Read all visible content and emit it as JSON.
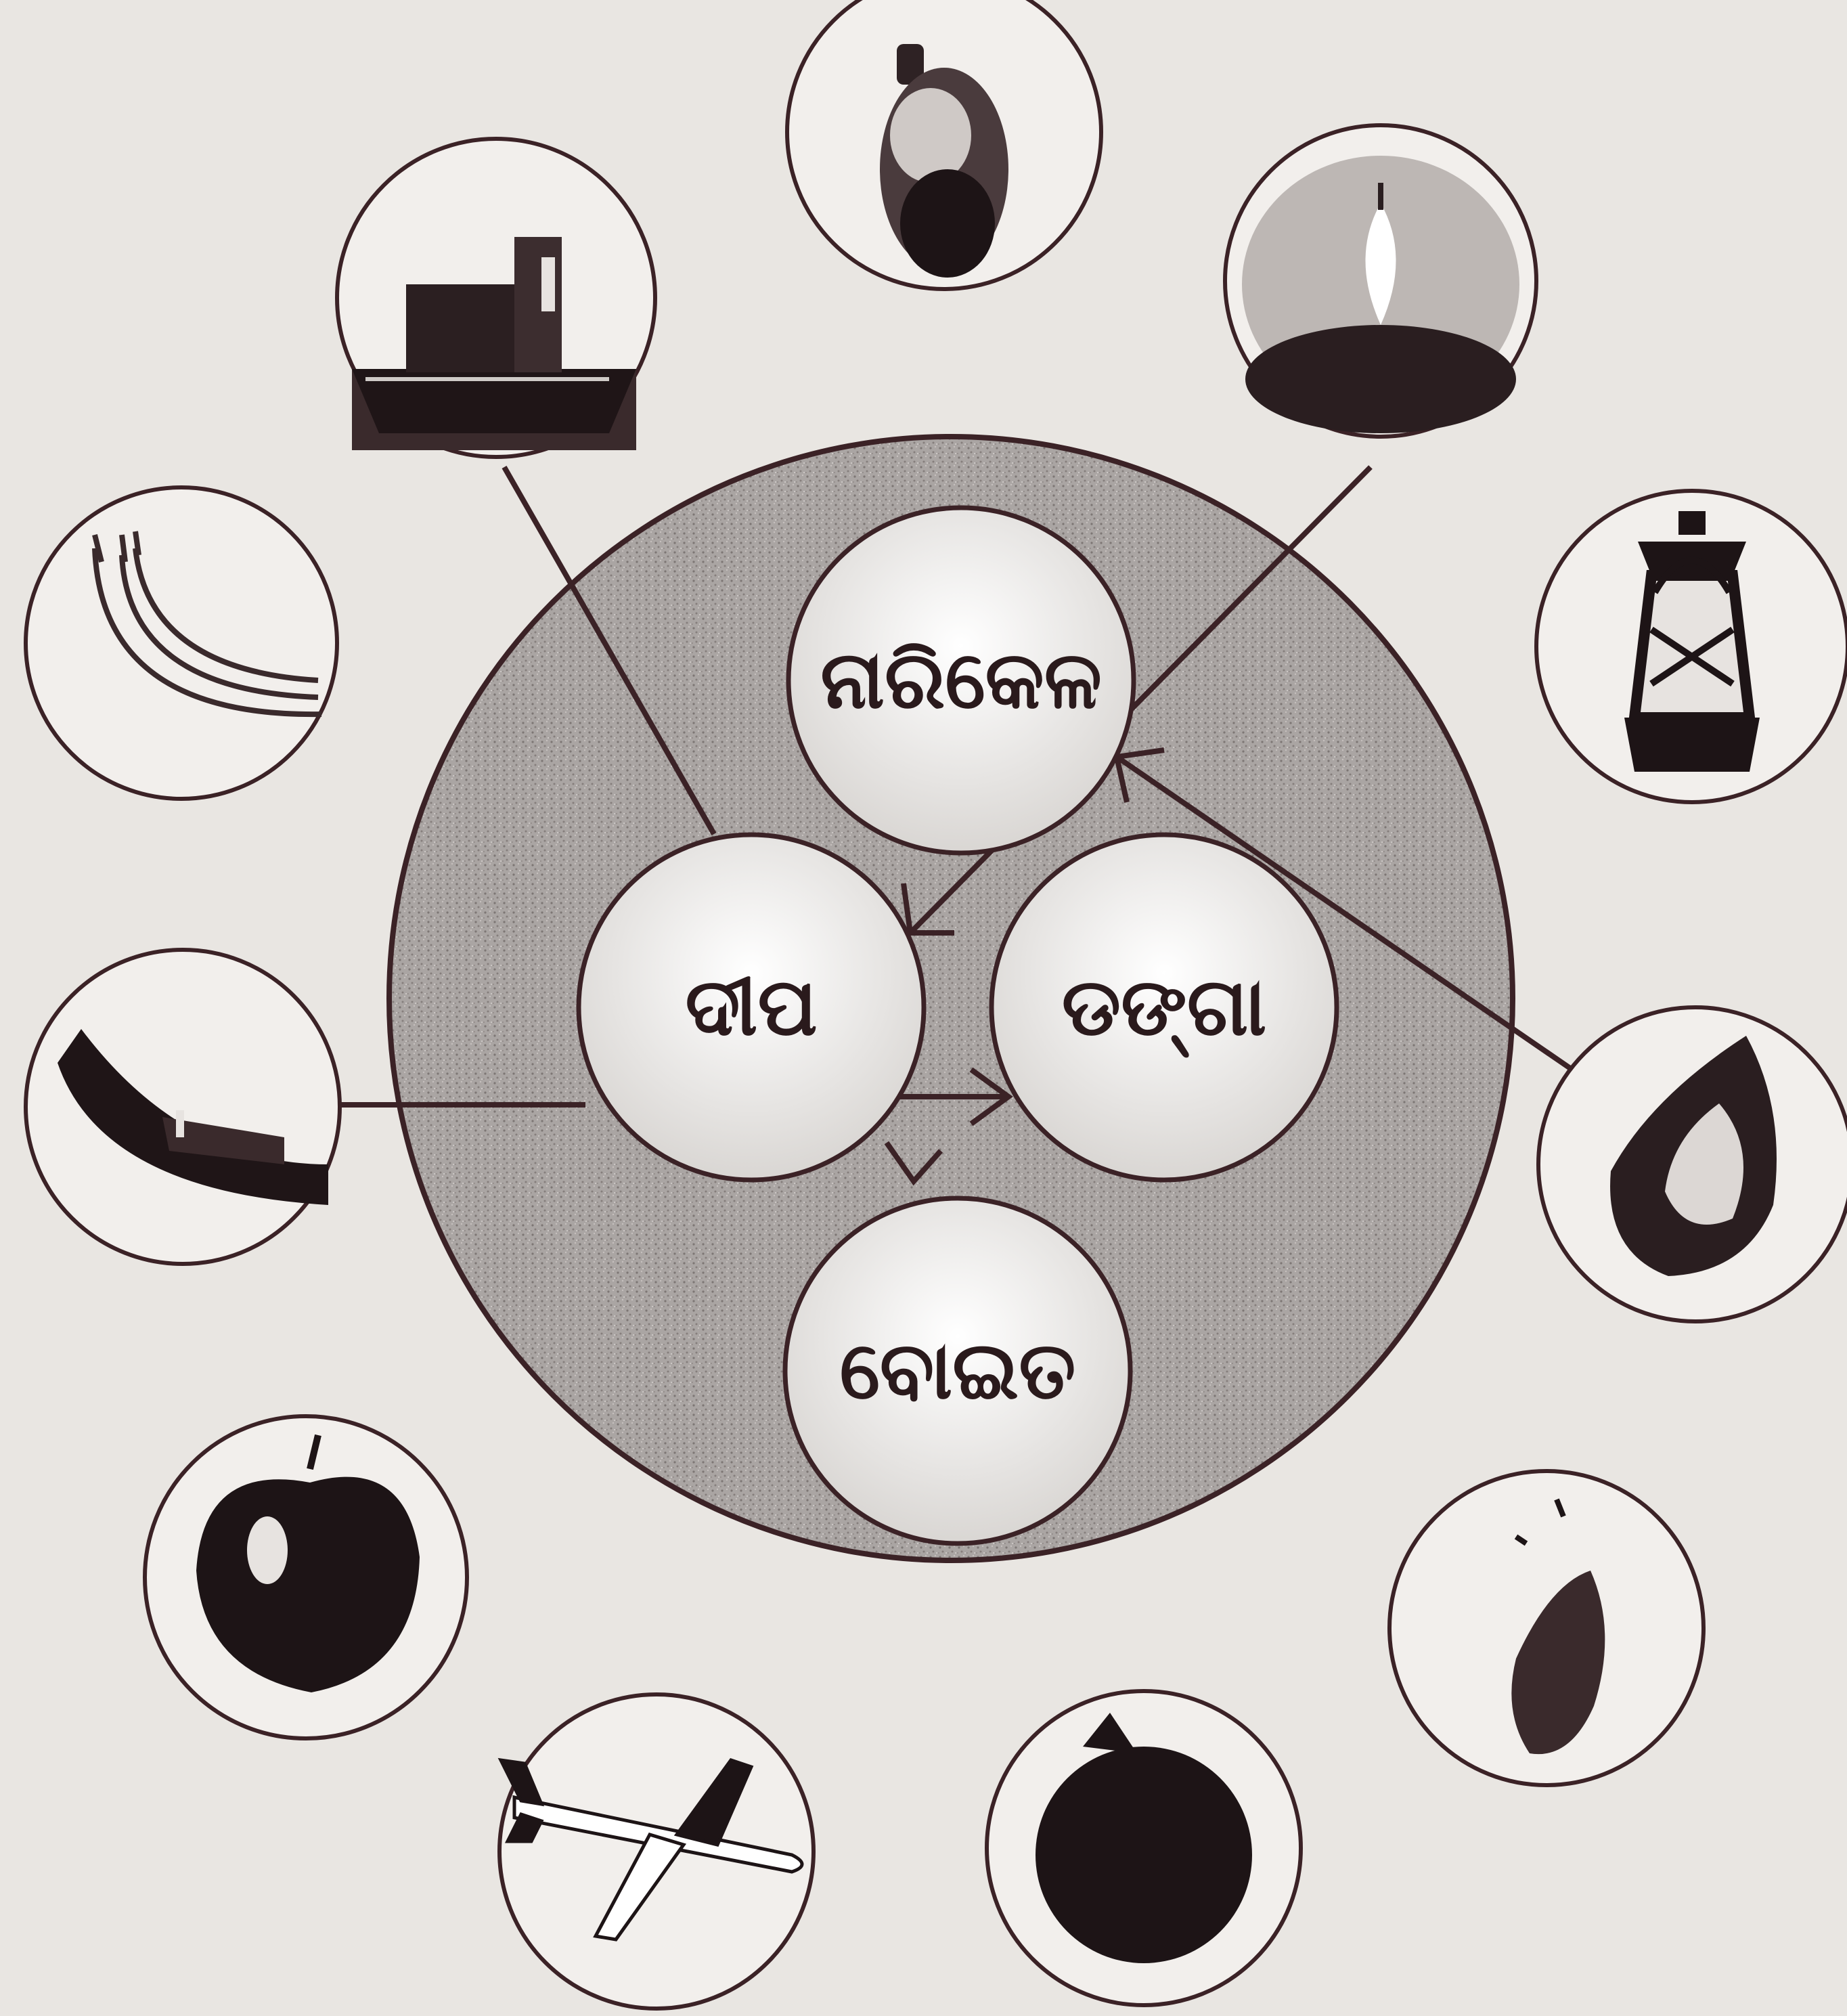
{
  "colors": {
    "paper": "#e9e6e2",
    "ink": "#3b2226",
    "dark": "#1d1416",
    "center_fill": "#ffffff",
    "ring_fill": "#a9a4a2"
  },
  "center_words": [
    {
      "id": "narikela",
      "text": "ନାରିକେଳ"
    },
    {
      "id": "dipa",
      "text": "ଦୀପ"
    },
    {
      "id": "danga",
      "text": "ଡଙ୍ଗା"
    },
    {
      "id": "boita",
      "text": "ବୋଇତ"
    }
  ],
  "pictures": [
    {
      "id": "ship",
      "icon": "ship-icon"
    },
    {
      "id": "coconut",
      "icon": "coconut-icon"
    },
    {
      "id": "oil-lamp",
      "icon": "oil-lamp-icon"
    },
    {
      "id": "banana",
      "icon": "banana-icon"
    },
    {
      "id": "lantern",
      "icon": "lantern-icon"
    },
    {
      "id": "boat",
      "icon": "boat-icon"
    },
    {
      "id": "leaf-fruit",
      "icon": "leaf-fruit-icon"
    },
    {
      "id": "apple",
      "icon": "apple-icon"
    },
    {
      "id": "seed",
      "icon": "seed-icon"
    },
    {
      "id": "airplane",
      "icon": "airplane-icon"
    },
    {
      "id": "round-fruit",
      "icon": "round-fruit-icon"
    }
  ],
  "connections": [
    {
      "from": "ship",
      "to": "dipa"
    },
    {
      "from": "oil-lamp",
      "to": "dipa"
    },
    {
      "from": "leaf-fruit",
      "to": "narikela"
    },
    {
      "from": "boat",
      "to": "danga"
    },
    {
      "from": "boat",
      "to": "boita"
    }
  ]
}
